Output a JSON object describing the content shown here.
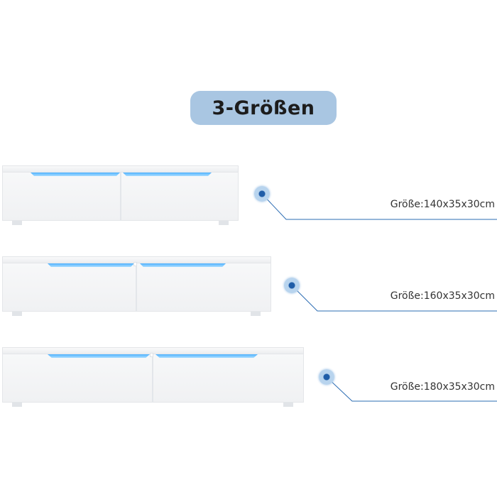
{
  "title": "3-Größen",
  "colors": {
    "pill": "#a9c6e2",
    "led": "#4fb2ff",
    "leader_line": "#2b6cb3",
    "dot_core": "#1f5da8"
  },
  "sizes": [
    {
      "label": "Größe:140x35x30cm"
    },
    {
      "label": "Größe:160x35x30cm"
    },
    {
      "label": "Größe:180x35x30cm"
    }
  ]
}
